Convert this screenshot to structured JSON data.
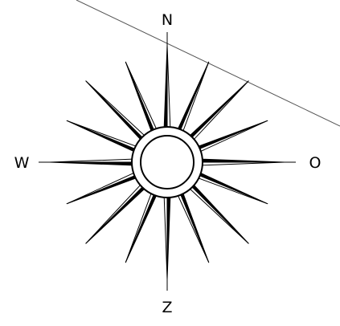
{
  "labels": {
    "north": "N",
    "west": "W",
    "east": "O",
    "south": "Z"
  },
  "colors": {
    "ink": "#000000",
    "background": "#ffffff",
    "line": "#555555"
  },
  "rose": {
    "points": 16,
    "has_center_ring": true,
    "has_cross_axis_lines": true
  }
}
